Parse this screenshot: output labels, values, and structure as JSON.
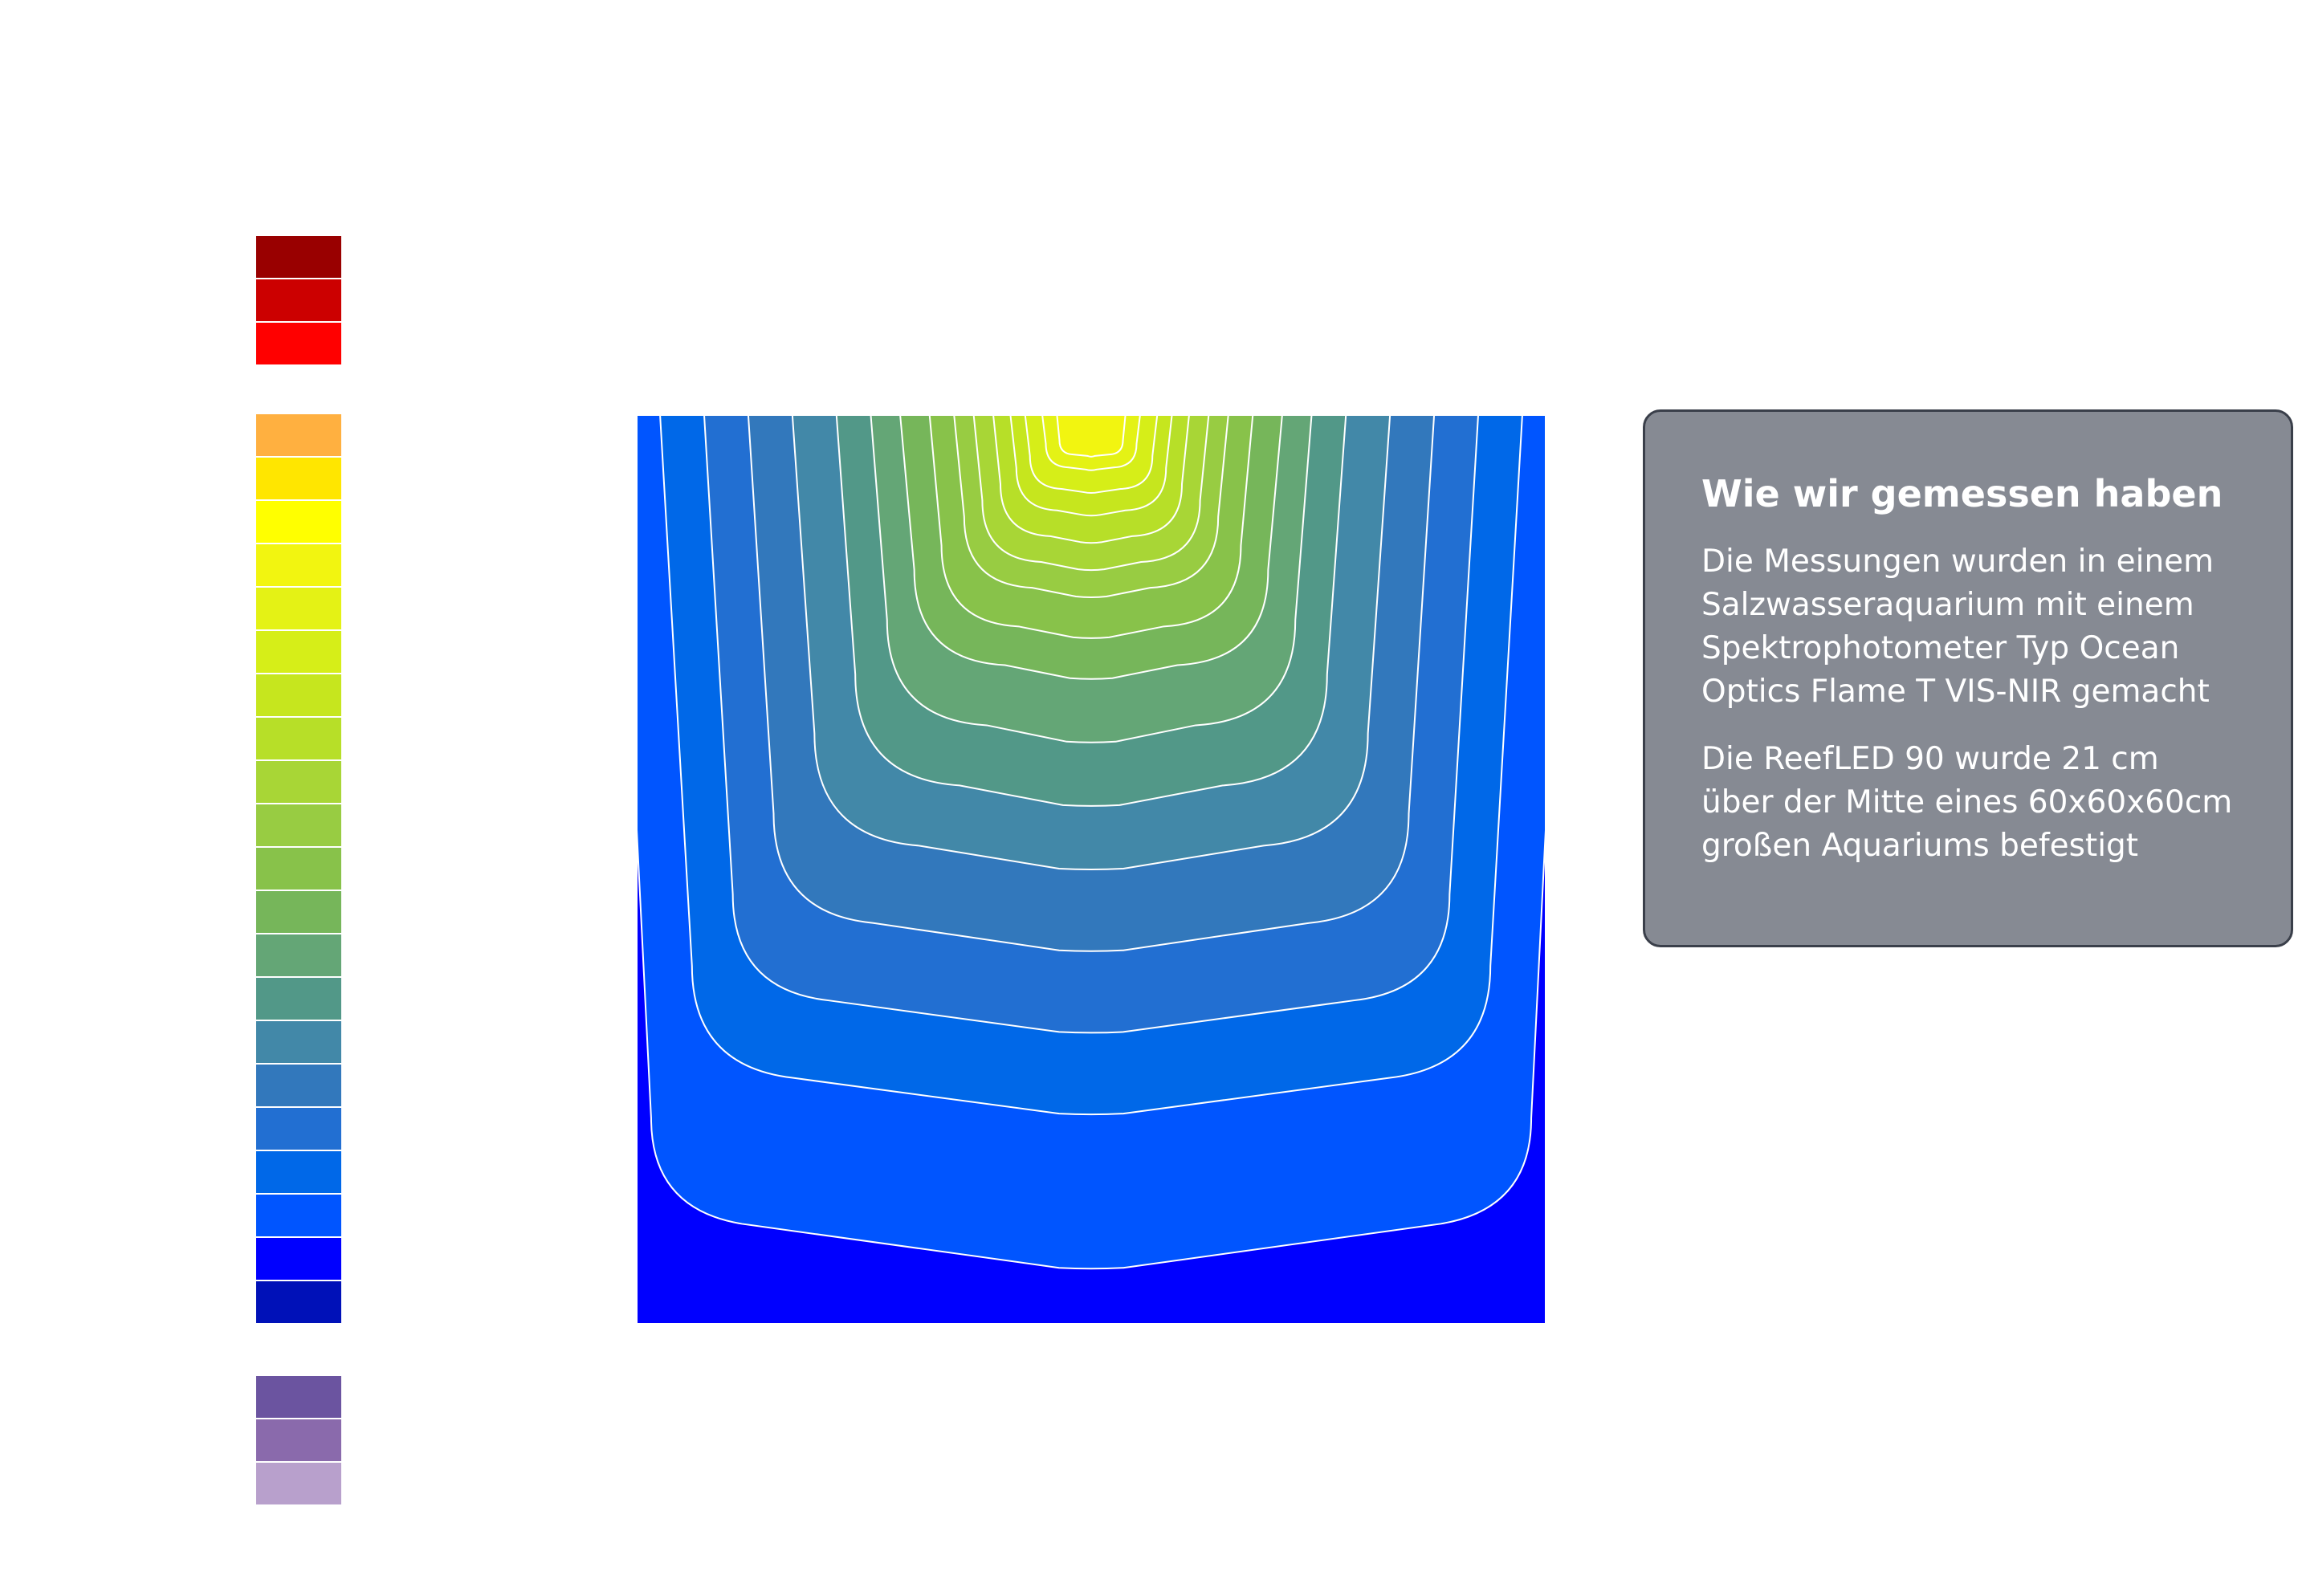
{
  "chart_data": {
    "type": "heatmap",
    "title": "",
    "xlabel": "",
    "ylabel": "",
    "legend_placement": "left",
    "grid": false,
    "legend_colors": {
      "top_group": [
        "#990000",
        "#cc0000",
        "#ff0000"
      ],
      "main_group": [
        "#ffb040",
        "#ffe600",
        "#ffff00",
        "#f2f510",
        "#e4f215",
        "#d6ee18",
        "#c6e61e",
        "#b7df28",
        "#a8d636",
        "#98cc42",
        "#88c24a",
        "#76b65a",
        "#64a676",
        "#529888",
        "#4288a8",
        "#3278bc",
        "#226fd2",
        "#0068e8",
        "#0055ff",
        "#0000ff",
        "#0011b8"
      ],
      "bottom_group": [
        "#6b54a0",
        "#8a6aac",
        "#b8a0cc"
      ]
    },
    "levels": [
      {
        "color": "#0000ff",
        "half_width": 1.0,
        "depth": 1.0,
        "corner": 0.0
      },
      {
        "color": "#0055ff",
        "half_width": 0.97,
        "depth": 0.94,
        "corner": 0.2
      },
      {
        "color": "#0068e8",
        "half_width": 0.88,
        "depth": 0.77,
        "corner": 0.22
      },
      {
        "color": "#226fd2",
        "half_width": 0.79,
        "depth": 0.68,
        "corner": 0.21
      },
      {
        "color": "#3278bc",
        "half_width": 0.7,
        "depth": 0.59,
        "corner": 0.22
      },
      {
        "color": "#4288a8",
        "half_width": 0.61,
        "depth": 0.5,
        "corner": 0.23
      },
      {
        "color": "#529888",
        "half_width": 0.52,
        "depth": 0.43,
        "corner": 0.23
      },
      {
        "color": "#64a676",
        "half_width": 0.45,
        "depth": 0.36,
        "corner": 0.22
      },
      {
        "color": "#76b65a",
        "half_width": 0.39,
        "depth": 0.29,
        "corner": 0.2
      },
      {
        "color": "#88c24a",
        "half_width": 0.33,
        "depth": 0.245,
        "corner": 0.17
      },
      {
        "color": "#98cc42",
        "half_width": 0.28,
        "depth": 0.2,
        "corner": 0.15
      },
      {
        "color": "#a8d636",
        "half_width": 0.24,
        "depth": 0.17,
        "corner": 0.13
      },
      {
        "color": "#b7df28",
        "half_width": 0.2,
        "depth": 0.14,
        "corner": 0.11
      },
      {
        "color": "#c6e61e",
        "half_width": 0.165,
        "depth": 0.11,
        "corner": 0.09
      },
      {
        "color": "#d6ee18",
        "half_width": 0.135,
        "depth": 0.085,
        "corner": 0.07
      },
      {
        "color": "#e4f215",
        "half_width": 0.1,
        "depth": 0.06,
        "corner": 0.05
      },
      {
        "color": "#f2f510",
        "half_width": 0.07,
        "depth": 0.045,
        "corner": 0.03
      }
    ]
  },
  "info_box": {
    "title": "Wie wir gemessen haben",
    "paragraph1": "Die Messungen wurden in einem Salzwasseraquarium mit einem Spektrophotometer Typ Ocean Optics Flame T VIS-NIR gemacht",
    "paragraph2": "Die ReefLED 90 wurde 21 cm über der Mitte eines 60x60x60cm großen Aquariums befestigt"
  }
}
